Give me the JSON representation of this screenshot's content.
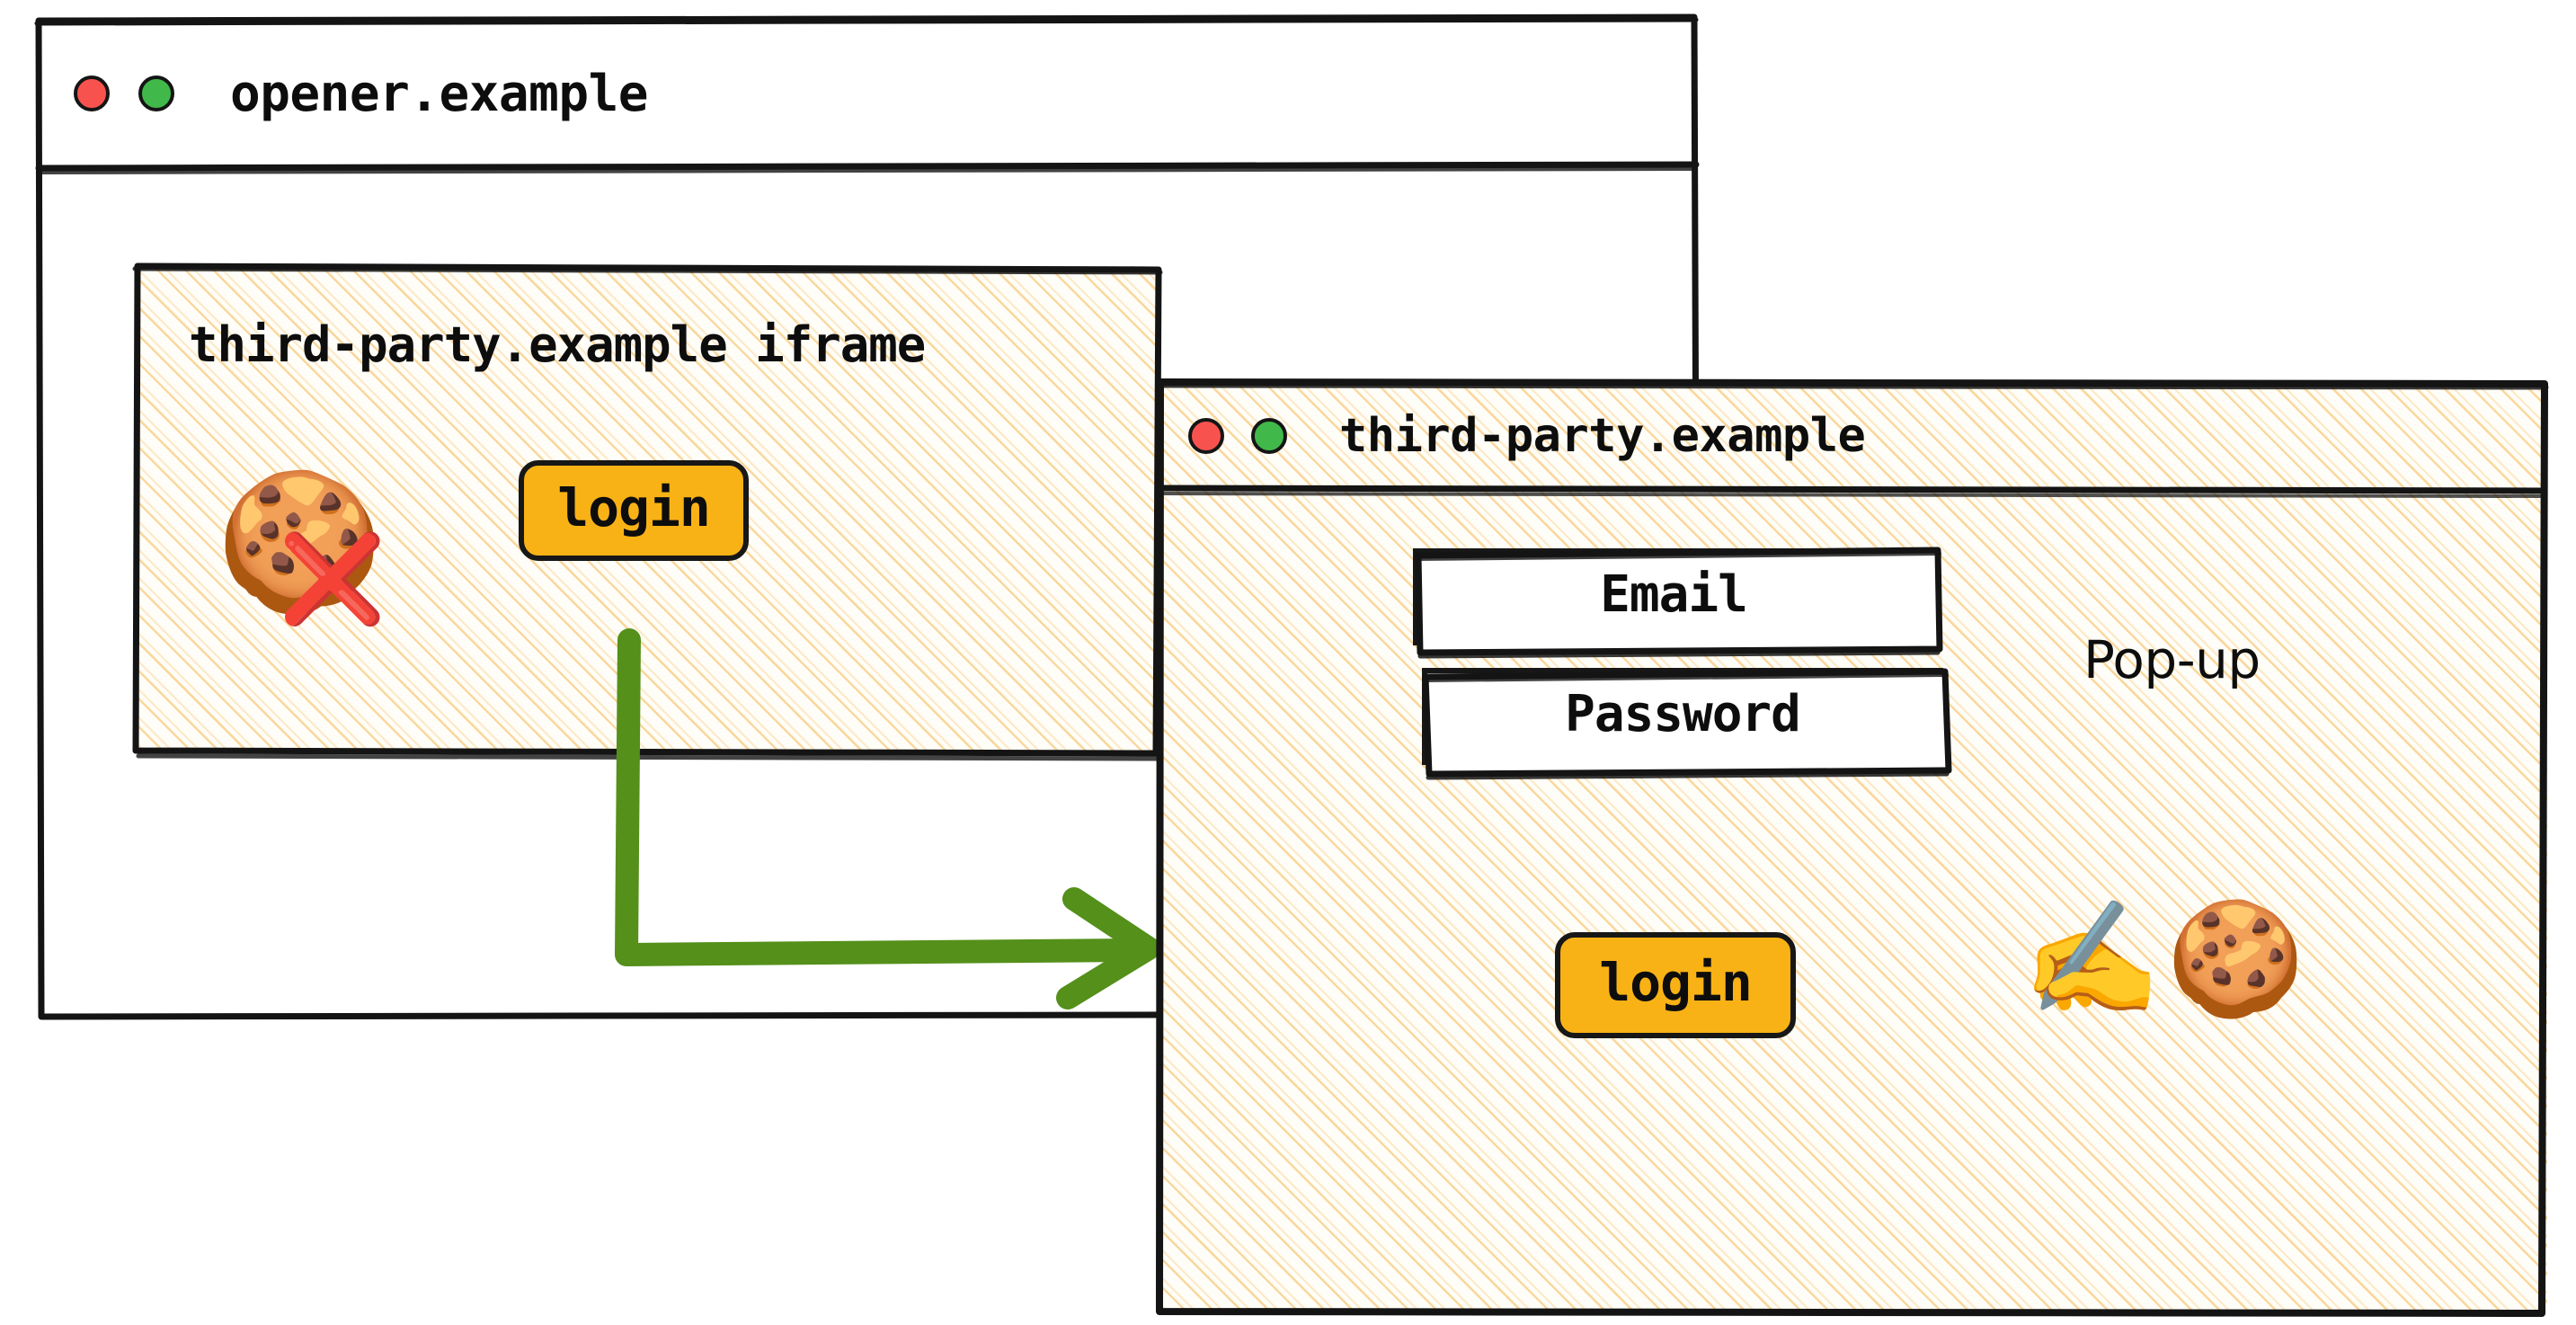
{
  "colors": {
    "accent_button": "#f9b215",
    "arrow_green": "#54901a",
    "dot_red": "#f8524f",
    "dot_green": "#40b94a",
    "stroke_black": "#171717",
    "hatch_tan": "#f8d08c",
    "window_white": "#ffffff"
  },
  "opener_window": {
    "title": "opener.example",
    "traffic_lights": {
      "close_label": "close",
      "minimize_label": "minimize"
    },
    "iframe": {
      "label": "third-party.example iframe",
      "cookie_icon": "cookie-icon",
      "blocked_icon": "cross-mark-icon",
      "login_button": "login"
    }
  },
  "popup_window": {
    "title": "third-party.example",
    "annotation": "Pop-up",
    "traffic_lights": {
      "close_label": "close",
      "minimize_label": "minimize"
    },
    "form": {
      "email_field": "Email",
      "password_field": "Password",
      "login_button": "login"
    },
    "writing_hand_icon": "writing-hand-icon",
    "cookie_icon": "cookie-icon"
  },
  "flow": {
    "arrow_label": "",
    "from": "iframe login button",
    "to": "third-party.example pop-up window"
  }
}
